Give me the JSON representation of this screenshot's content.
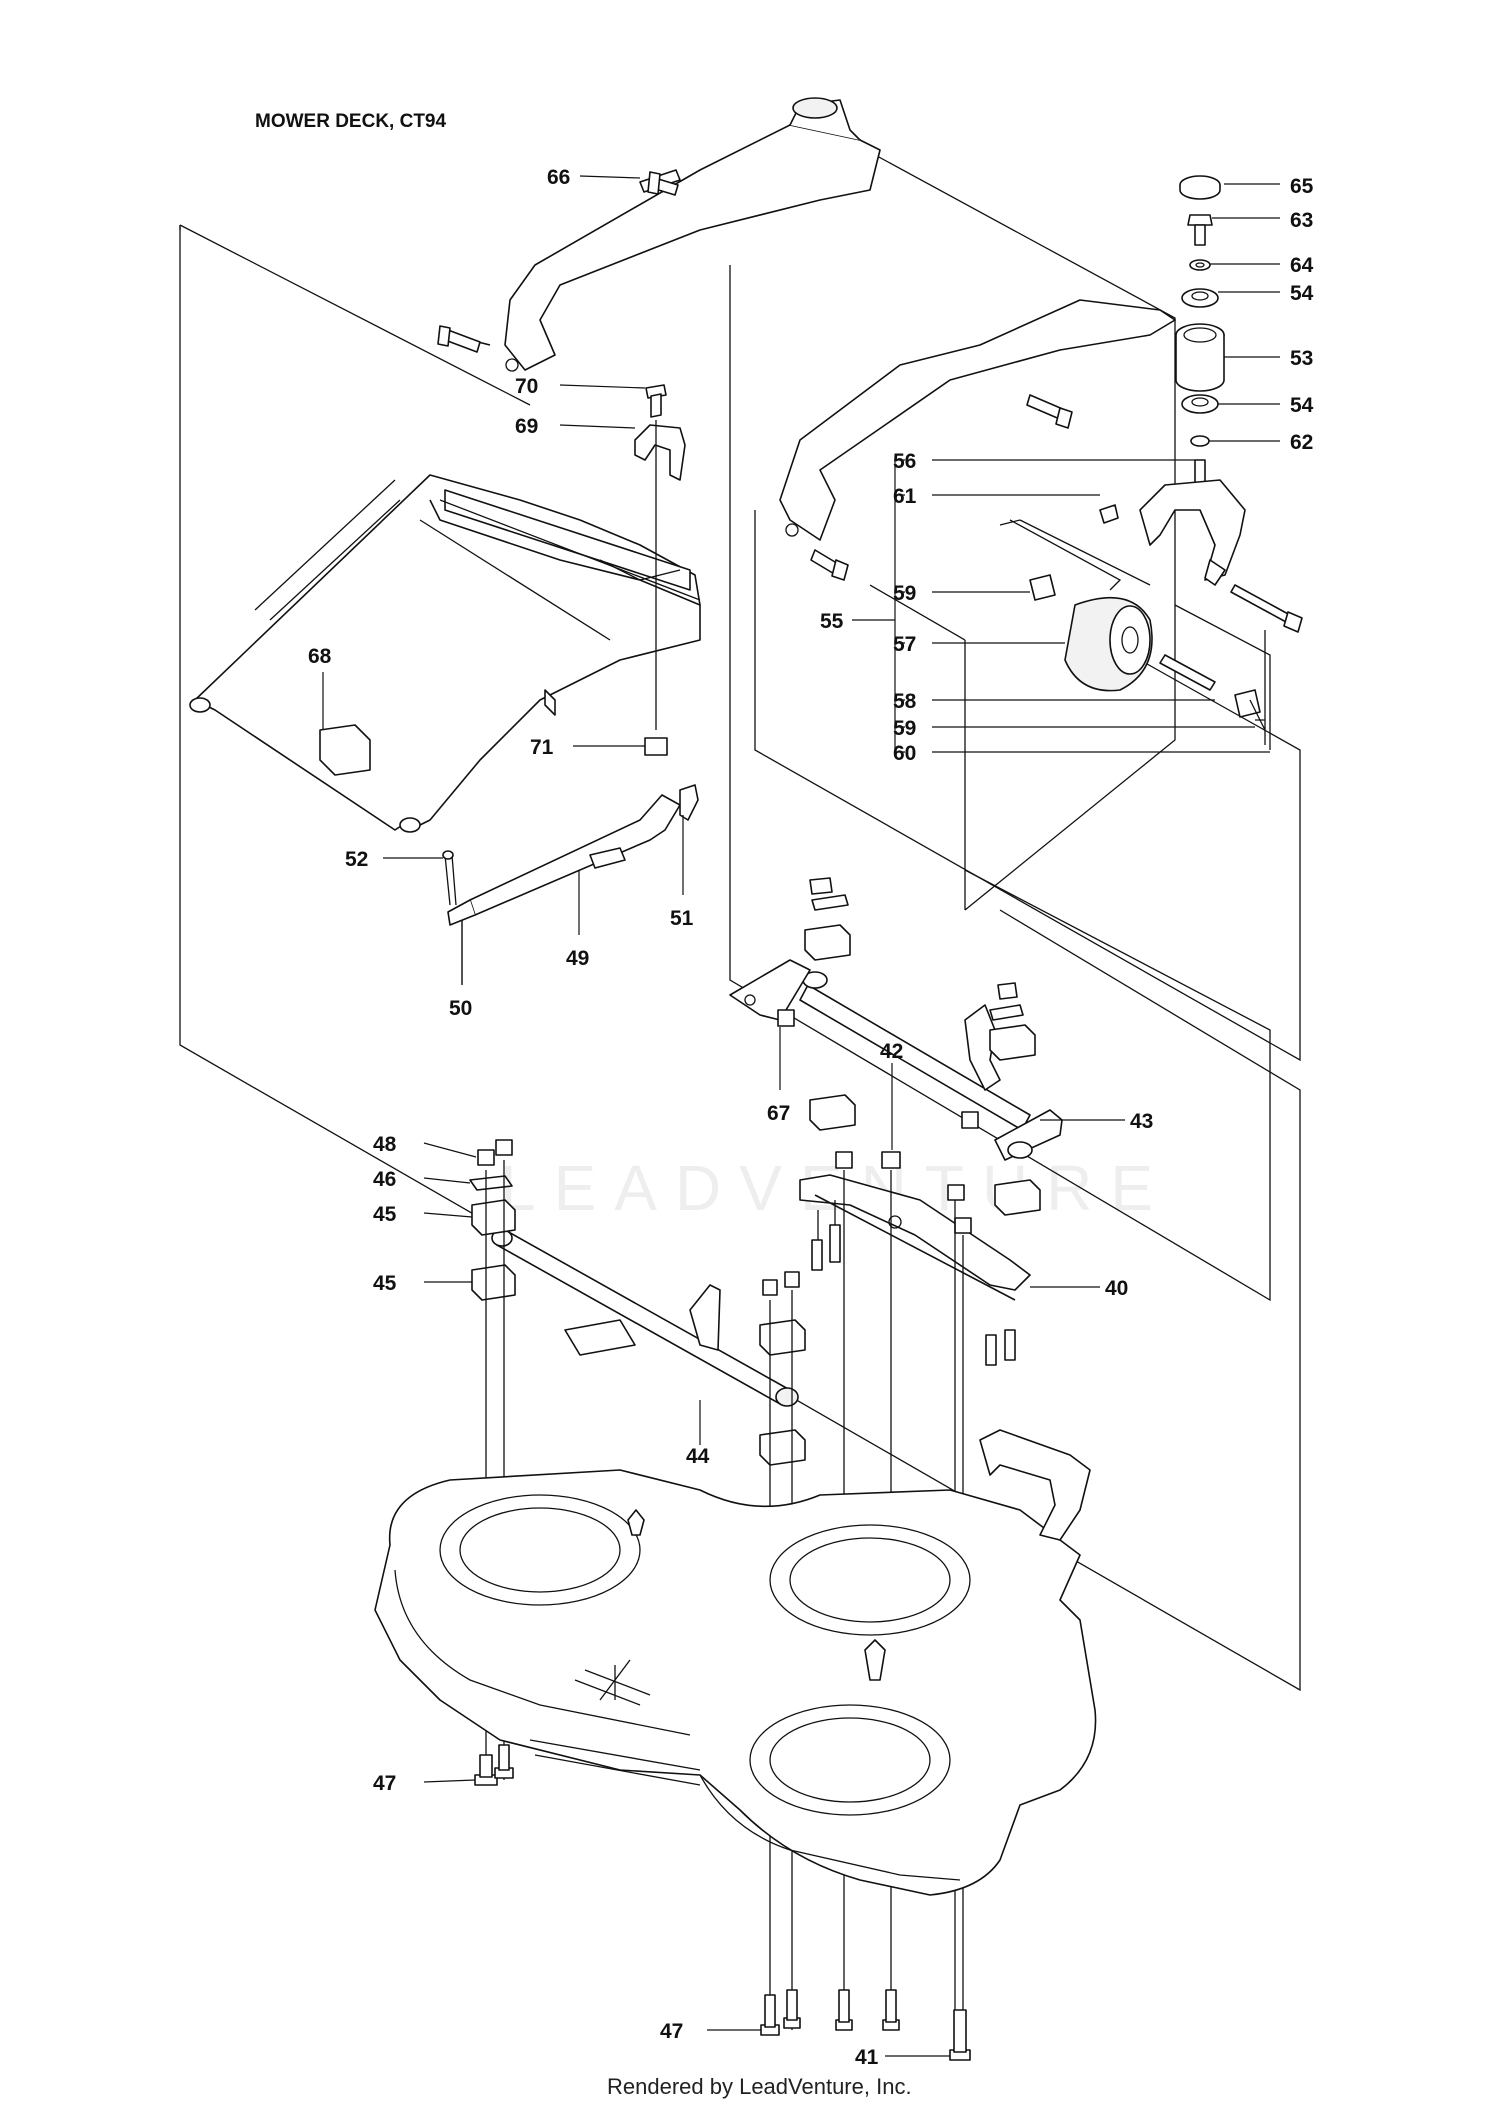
{
  "title": "MOWER DECK, CT94",
  "footer": "Rendered by LeadVenture, Inc.",
  "watermark": "LEADVENTURE",
  "callouts": {
    "c40": "40",
    "c41": "41",
    "c42": "42",
    "c43": "43",
    "c44": "44",
    "c45a": "45",
    "c45b": "45",
    "c46": "46",
    "c47a": "47",
    "c47b": "47",
    "c48": "48",
    "c49": "49",
    "c50": "50",
    "c51": "51",
    "c52": "52",
    "c53": "53",
    "c54a": "54",
    "c54b": "54",
    "c55": "55",
    "c56": "56",
    "c57": "57",
    "c58": "58",
    "c59a": "59",
    "c59b": "59",
    "c60": "60",
    "c61": "61",
    "c62": "62",
    "c63": "63",
    "c64": "64",
    "c65": "65",
    "c66": "66",
    "c67": "67",
    "c68": "68",
    "c69": "69",
    "c70": "70",
    "c71": "71"
  }
}
